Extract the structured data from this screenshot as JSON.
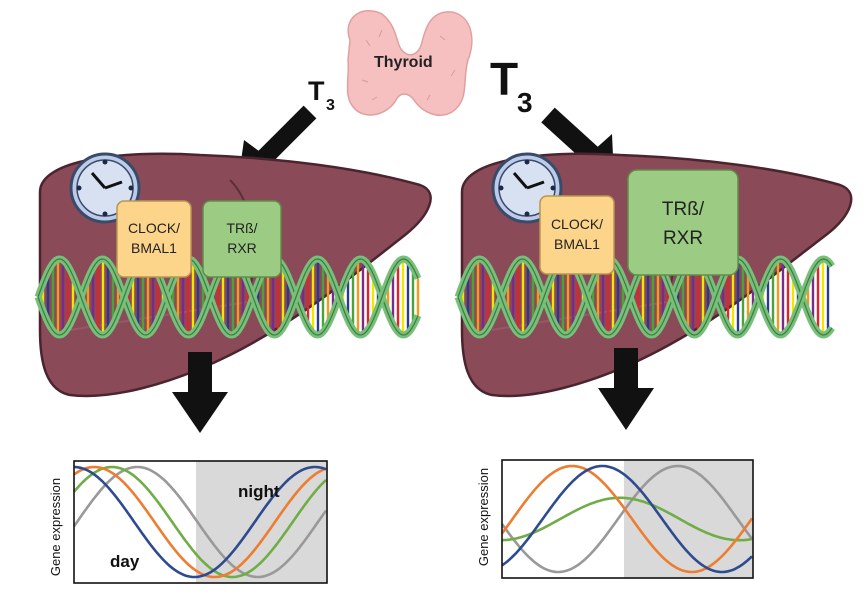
{
  "thyroid": {
    "label": "Thyroid"
  },
  "hormone": {
    "base": "T",
    "sub": "3"
  },
  "left_panel": {
    "clock_box": [
      "CLOCK/",
      "BMAL1"
    ],
    "receptor_box": [
      "TRß/",
      "RXR"
    ],
    "chart": {
      "ylabel": "Gene expression",
      "day_label": "day",
      "night_label": "night"
    }
  },
  "right_panel": {
    "clock_box": [
      "CLOCK/",
      "BMAL1"
    ],
    "receptor_box": [
      "TRß/",
      "RXR"
    ],
    "chart": {
      "ylabel": "Gene expression"
    }
  },
  "colors": {
    "liver": "#8a4a58",
    "liver_dark": "#5e2e3a",
    "clock_box": "#fcd58a",
    "receptor_box": "#9ccc84",
    "night_shade": "#d9d9d9",
    "thyroid": "#f6c0c0",
    "dna_strand": "#77c07a"
  },
  "chart_data": [
    {
      "type": "line",
      "series": [
        {
          "color": "#999999",
          "phase_shift": 0.25,
          "amplitude": 1.0
        },
        {
          "color": "#70ad47",
          "phase_shift": 0.15,
          "amplitude": 1.0
        },
        {
          "color": "#ed7d31",
          "phase_shift": 0.08,
          "amplitude": 1.0
        },
        {
          "color": "#2f4b8f",
          "phase_shift": 0.0,
          "amplitude": 1.0
        }
      ],
      "night_start_fraction": 0.46,
      "grid": false
    },
    {
      "type": "line",
      "series": [
        {
          "color": "#999999",
          "phase_shift": 0.7,
          "amplitude": 1.0
        },
        {
          "color": "#70ad47",
          "phase_shift": 0.47,
          "amplitude": 0.4
        },
        {
          "color": "#ed7d31",
          "phase_shift": 0.28,
          "amplitude": 1.0
        },
        {
          "color": "#2f4b8f",
          "phase_shift": 0.4,
          "amplitude": 1.0
        }
      ],
      "night_start_fraction": 0.47,
      "grid": false
    }
  ]
}
